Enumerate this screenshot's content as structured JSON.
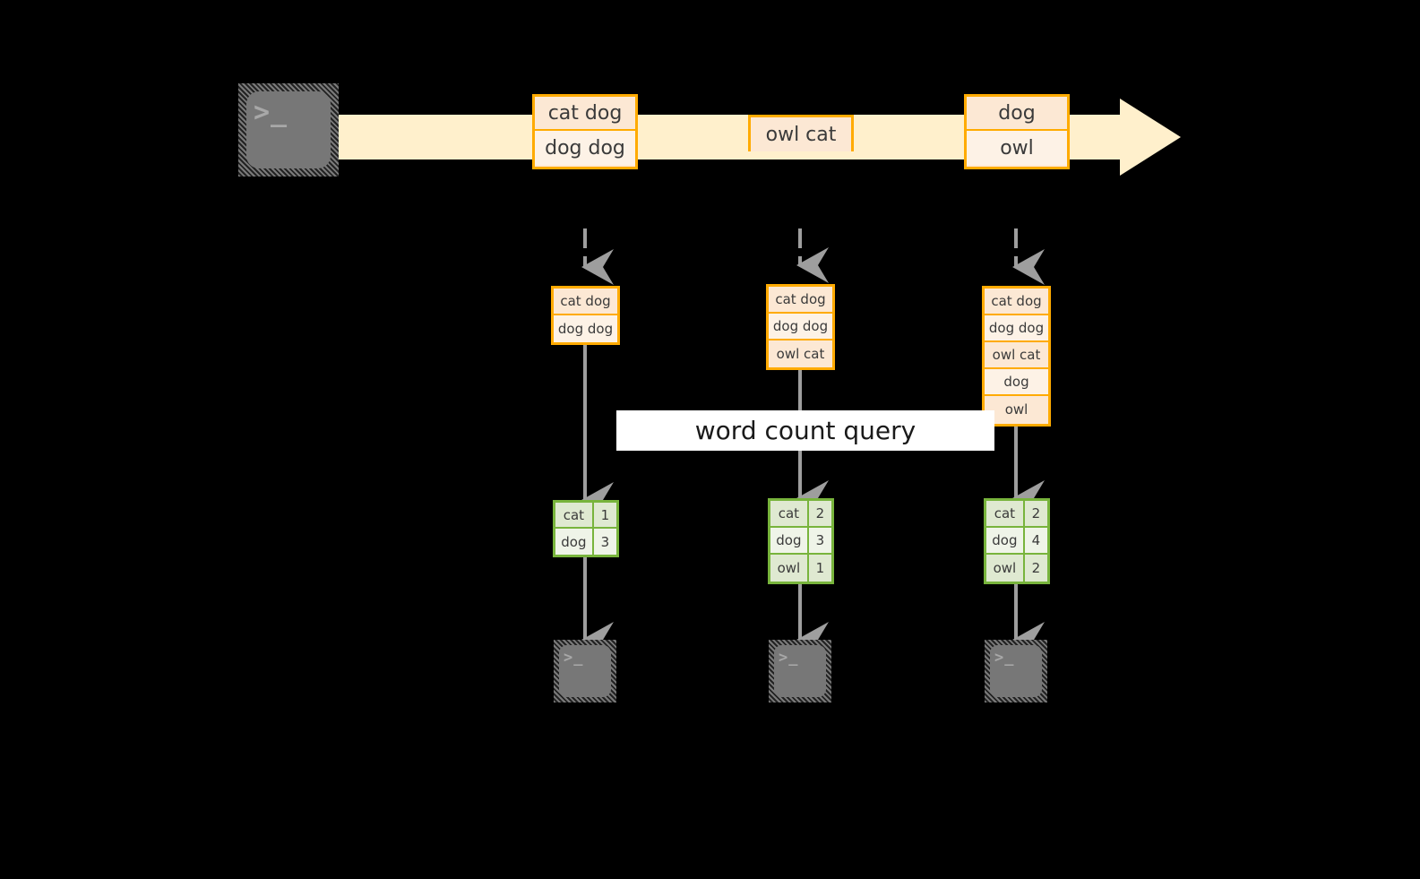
{
  "diagram": {
    "title": "word count query",
    "colors": {
      "background": "#000000",
      "stream_band": "#FFF0CC",
      "record_border": "#FFAB00",
      "record_fill_dark": "#FCE8D4",
      "record_fill_light": "#FDF2E6",
      "result_border": "#78B43C",
      "result_fill_dark": "#DFE9D1",
      "result_fill_light": "#EFF4E8",
      "connector": "#9E9E9E",
      "terminal_body": "#777777",
      "label_background": "#FFFFFF"
    },
    "terminal_glyph": ">_"
  },
  "stream": {
    "source_icon": "terminal-icon",
    "events": [
      {
        "lines": [
          "cat dog",
          "dog dog"
        ]
      },
      {
        "lines": [
          "owl cat"
        ]
      },
      {
        "lines": [
          "dog",
          "owl"
        ]
      }
    ]
  },
  "snapshots": [
    {
      "materialized": [
        "cat dog",
        "dog dog"
      ],
      "result": {
        "rows": [
          {
            "word": "cat",
            "count": "1"
          },
          {
            "word": "dog",
            "count": "3"
          }
        ]
      },
      "sink_icon": "terminal-icon"
    },
    {
      "materialized": [
        "cat dog",
        "dog dog",
        "owl cat"
      ],
      "result": {
        "rows": [
          {
            "word": "cat",
            "count": "2"
          },
          {
            "word": "dog",
            "count": "3"
          },
          {
            "word": "owl",
            "count": "1"
          }
        ]
      },
      "sink_icon": "terminal-icon"
    },
    {
      "materialized": [
        "cat dog",
        "dog dog",
        "owl cat",
        "dog",
        "owl"
      ],
      "result": {
        "rows": [
          {
            "word": "cat",
            "count": "2"
          },
          {
            "word": "dog",
            "count": "4"
          },
          {
            "word": "owl",
            "count": "2"
          }
        ]
      },
      "sink_icon": "terminal-icon"
    }
  ]
}
